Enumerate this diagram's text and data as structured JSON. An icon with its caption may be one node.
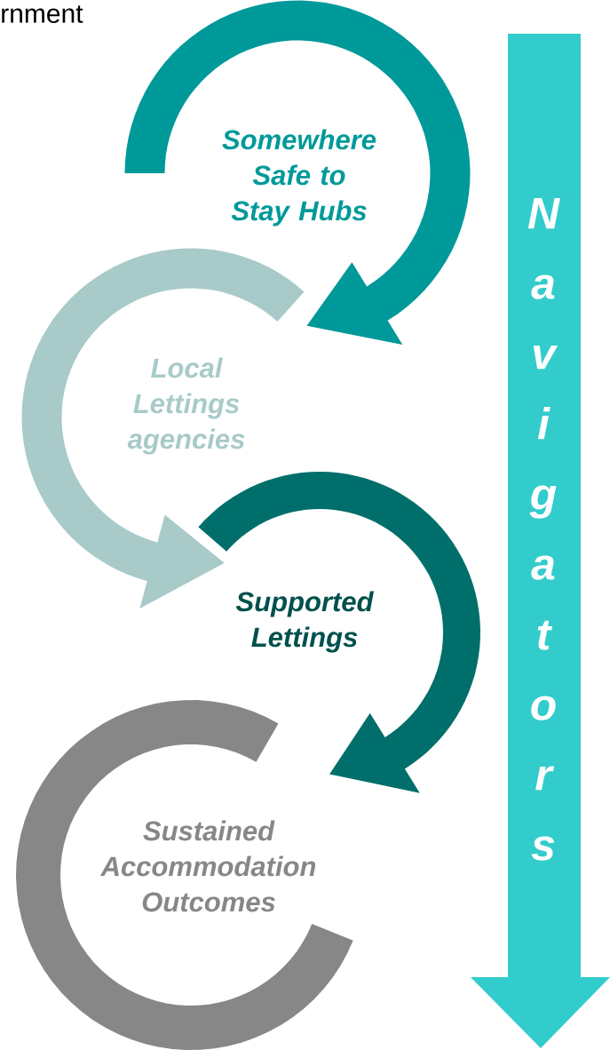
{
  "diagram": {
    "nodes": [
      {
        "text": [
          "Somewhere Safe to Stay Hubs"
        ]
      },
      {
        "text": [
          "Local Lettings agencies"
        ]
      },
      {
        "text": [
          "Supported Lettings"
        ]
      },
      {
        "text": [
          "Sustained Accommodation Outcomes"
        ]
      },
      {
        "text": [
          "Navigators"
        ]
      }
    ],
    "edges": [
      {
        "from": 0,
        "to": 1,
        "arrow": "to",
        "color": "#009999"
      },
      {
        "from": 1,
        "to": 2,
        "arrow": "to",
        "color": "#a8cac9"
      },
      {
        "from": 2,
        "to": 3,
        "arrow": "to",
        "color": "#006f6b"
      }
    ],
    "labels": [
      "rnment"
    ]
  }
}
